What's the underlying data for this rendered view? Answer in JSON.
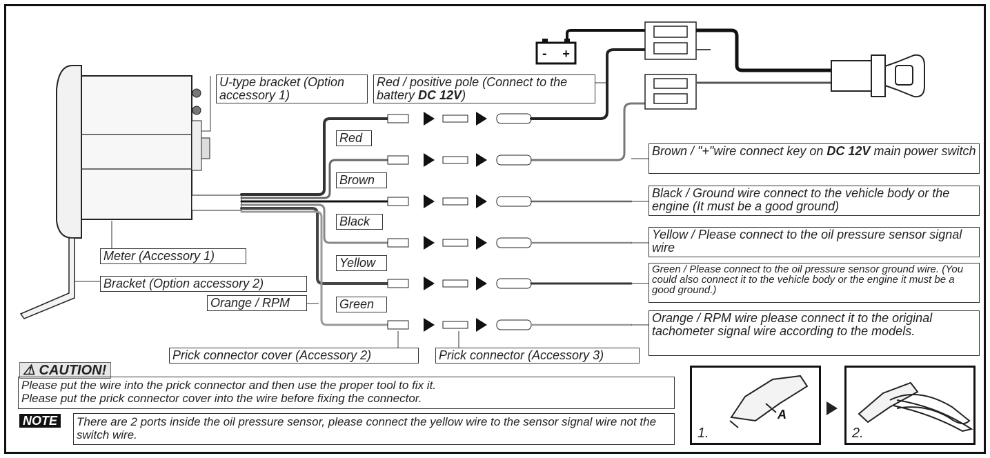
{
  "labels": {
    "u_bracket": "U-type bracket (Option accessory 1)",
    "red_positive_a": "Red / positive pole (Connect to the battery ",
    "red_positive_b": "DC 12V",
    "red_positive_c": ")",
    "meter": "Meter (Accessory 1)",
    "bracket": "Bracket (Option accessory 2)",
    "orange_rpm": "Orange / RPM",
    "prick_cover": "Prick connector cover (Accessory 2)",
    "prick_connector": "Prick connector (Accessory 3)"
  },
  "wires": [
    "Red",
    "Brown",
    "Black",
    "Yellow",
    "Green"
  ],
  "descriptions": {
    "brown_a": "Brown / \"+\"wire connect key on ",
    "brown_b": "DC 12V",
    "brown_c": " main power switch",
    "black": "Black / Ground wire connect to the vehicle body or the engine (It must be a good ground)",
    "yellow": "Yellow / Please connect to the oil pressure sensor signal wire",
    "green": "Green / Please connect to the oil pressure sensor ground wire. (You could also connect it to the vehicle body or the engine  it must be a good ground.)",
    "orange": "Orange / RPM wire  please connect it to the original tachometer signal wire according to the models."
  },
  "caution": {
    "title": "CAUTION!",
    "line1": "Please put the wire into the prick connector and then use the proper tool to fix it.",
    "line2": "Please put the prick connector cover into the wire before fixing the connector."
  },
  "note": {
    "title": "NOTE",
    "text": "There are 2 ports inside the oil pressure sensor, please connect the yellow wire to the sensor signal wire not the switch wire."
  },
  "steps": [
    "1.",
    "2."
  ]
}
